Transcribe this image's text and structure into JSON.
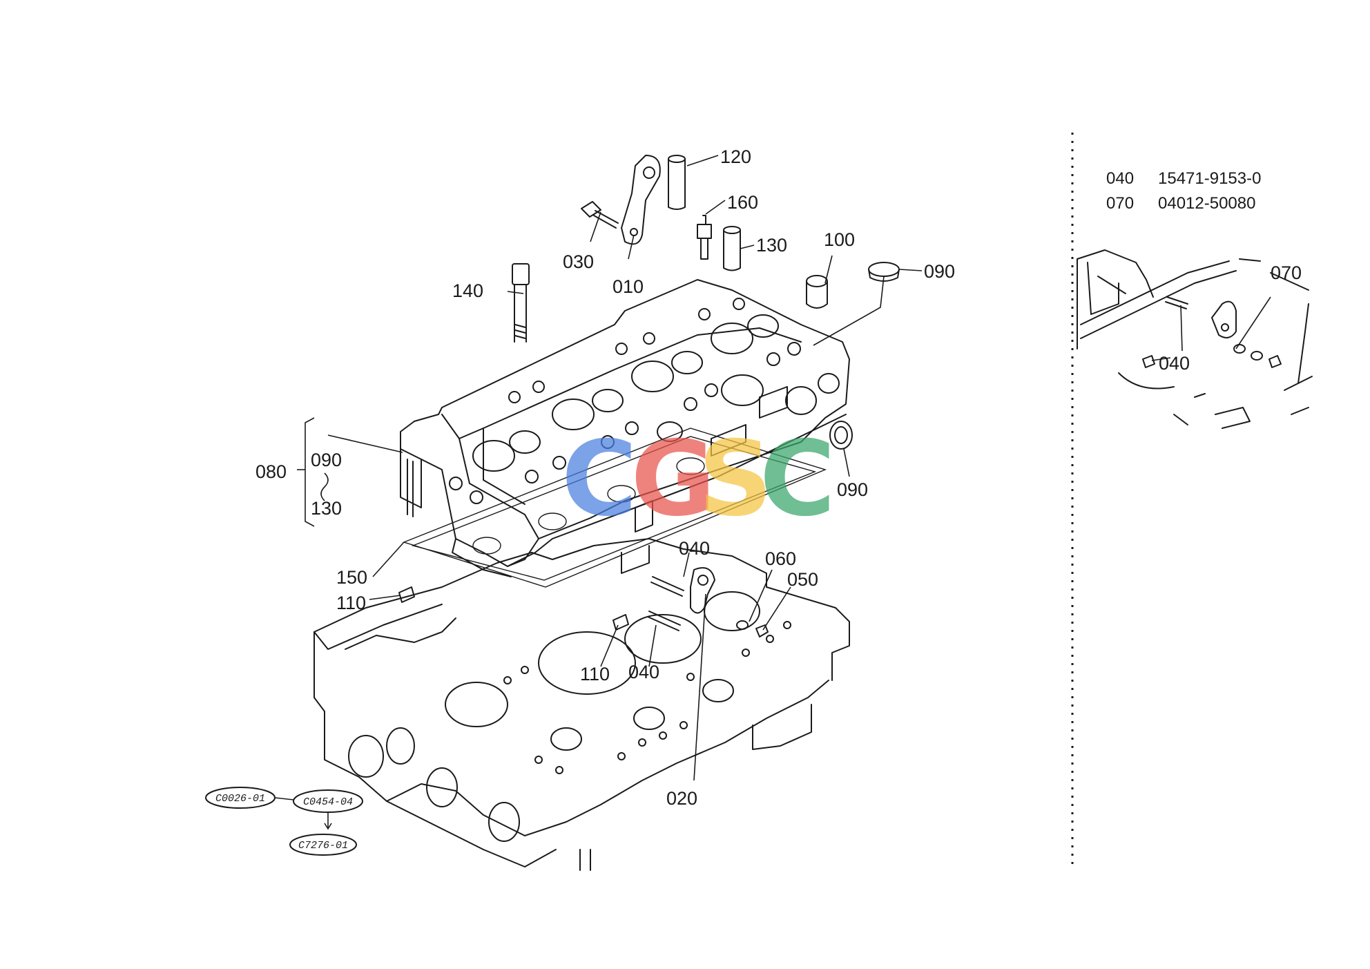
{
  "diagram": {
    "callouts": [
      "120",
      "160",
      "130",
      "100",
      "090",
      "030",
      "010",
      "140",
      "090",
      "080",
      "090",
      "130",
      "150",
      "110",
      "040",
      "060",
      "050",
      "110",
      "040",
      "020"
    ],
    "group_callout": {
      "number": "080",
      "range_start": "090",
      "range_end": "130"
    }
  },
  "references": {
    "ref_1": "C0026-01",
    "ref_2": "C0454-04",
    "ref_3": "C7276-01"
  },
  "parts_list": [
    {
      "item": "040",
      "part_number": "15471-9153-0"
    },
    {
      "item": "070",
      "part_number": "04012-50080"
    }
  ],
  "inset": {
    "callouts": [
      "070",
      "040"
    ]
  },
  "watermark": {
    "letters": [
      "C",
      "G",
      "S",
      "C"
    ],
    "colors": [
      "#4a7fe0",
      "#e8544d",
      "#f5c542",
      "#3aa66a"
    ]
  }
}
